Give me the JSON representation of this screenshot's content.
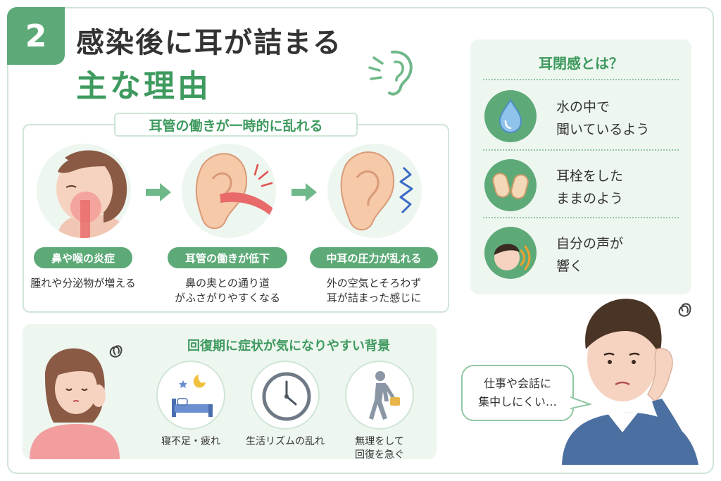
{
  "header": {
    "number": "2",
    "title_line1": "感染後に耳が詰まる",
    "title_line2": "主な理由"
  },
  "eustachian": {
    "title": "耳管の働きが一時的に乱れる",
    "steps": [
      {
        "label": "鼻や喉の炎症",
        "desc_line1": "腫れや分泌物が増える",
        "desc_line2": ""
      },
      {
        "label": "耳管の働きが低下",
        "desc_line1": "鼻の奥との通り道",
        "desc_line2": "がふさがりやすくなる"
      },
      {
        "label": "中耳の圧力が乱れる",
        "desc_line1": "外の空気とそろわず",
        "desc_line2": "耳が詰まった感じに"
      }
    ]
  },
  "fullness": {
    "title": "耳閉感とは？",
    "items": [
      {
        "icon": "water-drop-icon",
        "line1": "水の中で",
        "line2": "聞いているよう"
      },
      {
        "icon": "earplug-icon",
        "line1": "耳栓をした",
        "line2": "ままのよう"
      },
      {
        "icon": "own-voice-icon",
        "line1": "自分の声が",
        "line2": "響く"
      }
    ]
  },
  "recovery": {
    "title": "回復期に症状が気になりやすい背景",
    "causes": [
      {
        "icon": "sleep-bed-icon",
        "line1": "寝不足・疲れ",
        "line2": ""
      },
      {
        "icon": "clock-icon",
        "line1": "生活リズムの乱れ",
        "line2": ""
      },
      {
        "icon": "walking-person-icon",
        "line1": "無理をして",
        "line2": "回復を急ぐ"
      }
    ]
  },
  "speech": {
    "line1": "仕事や会話に",
    "line2": "集中しにくい…"
  },
  "colors": {
    "accent_green": "#5daa78",
    "title_green": "#3e9a5e",
    "panel_bg": "#eef6f0",
    "border": "#cfe5d6"
  }
}
